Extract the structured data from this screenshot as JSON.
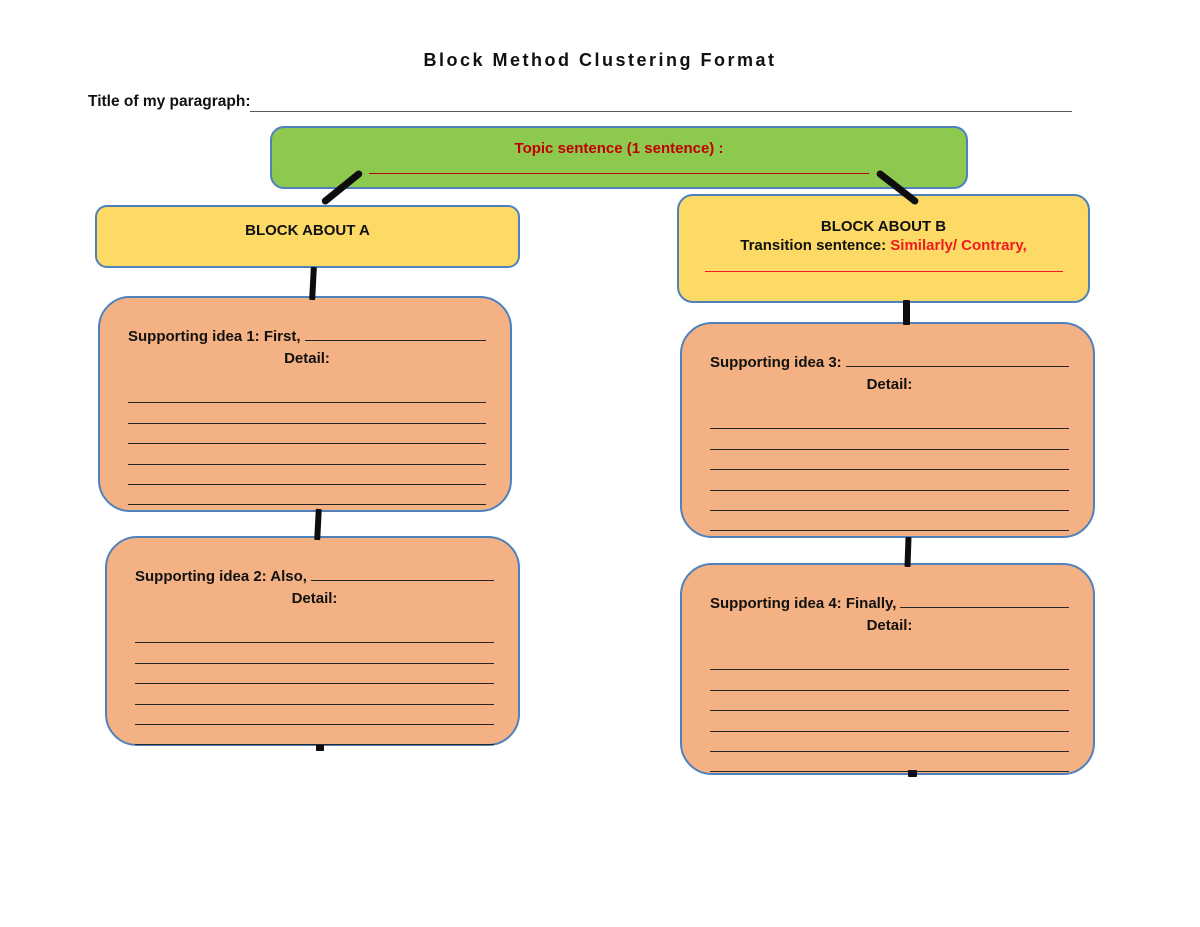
{
  "colors": {
    "green": "#8ec94f",
    "yellow": "#fdd965",
    "orange": "#f4b183",
    "border-blue": "#4f81bd",
    "dark-red": "#c00000",
    "bright-red": "#ed1c24",
    "rule": "#262626",
    "title-line": "#595959",
    "connector": "#0d0d0d"
  },
  "header": {
    "title": "Block Method Clustering Format",
    "paragraph_title_label": "Title of my paragraph:"
  },
  "topic_box": {
    "label": "Topic sentence (1 sentence) :"
  },
  "block_a": {
    "title": "BLOCK ABOUT A"
  },
  "block_b": {
    "title": "BLOCK ABOUT B",
    "transition_label": "Transition sentence:",
    "transition_value": "Similarly/ Contrary,"
  },
  "supporting": [
    {
      "label": "Supporting idea 1: First,",
      "detail_label": "Detail:",
      "blank_lines": 6
    },
    {
      "label": "Supporting idea 2: Also,",
      "detail_label": "Detail:",
      "blank_lines": 6
    },
    {
      "label": "Supporting idea 3:",
      "detail_label": "Detail:",
      "blank_lines": 6
    },
    {
      "label": "Supporting idea 4: Finally,",
      "detail_label": "Detail:",
      "blank_lines": 6
    }
  ]
}
